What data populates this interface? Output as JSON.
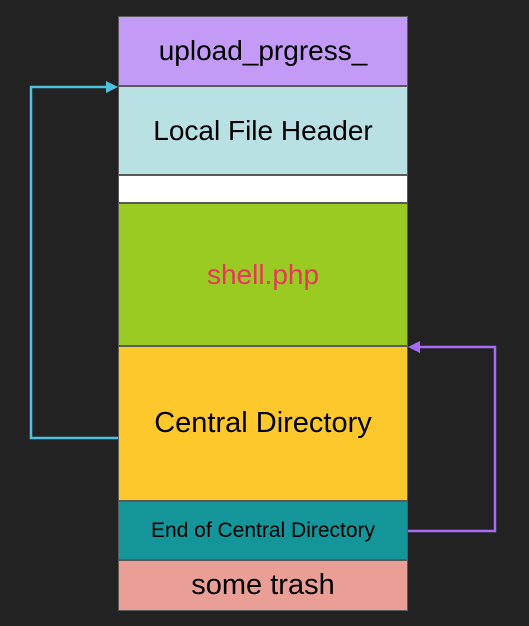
{
  "blocks": [
    {
      "id": "upload",
      "label": "upload_prgress_",
      "color": "#c39bf7",
      "text_color": "#000000"
    },
    {
      "id": "lfh",
      "label": "Local File Header",
      "color": "#b9e0e3",
      "text_color": "#000000"
    },
    {
      "id": "gap",
      "label": "",
      "color": "#ffffff",
      "text_color": "#000000"
    },
    {
      "id": "shell",
      "label": "shell.php",
      "color": "#9acb23",
      "text_color": "#e8375a"
    },
    {
      "id": "cd",
      "label": "Central Directory",
      "color": "#fdc82b",
      "text_color": "#000000"
    },
    {
      "id": "eocd",
      "label": "End of Central Directory",
      "color": "#13959a",
      "text_color": "#000000"
    },
    {
      "id": "trash",
      "label": "some trash",
      "color": "#ea9f96",
      "text_color": "#000000"
    }
  ],
  "arrows": [
    {
      "from": "cd",
      "to": "lfh",
      "color": "#4fc1e0"
    },
    {
      "from": "eocd",
      "to": "cd",
      "color": "#a66cf5"
    }
  ],
  "background": "#222222"
}
